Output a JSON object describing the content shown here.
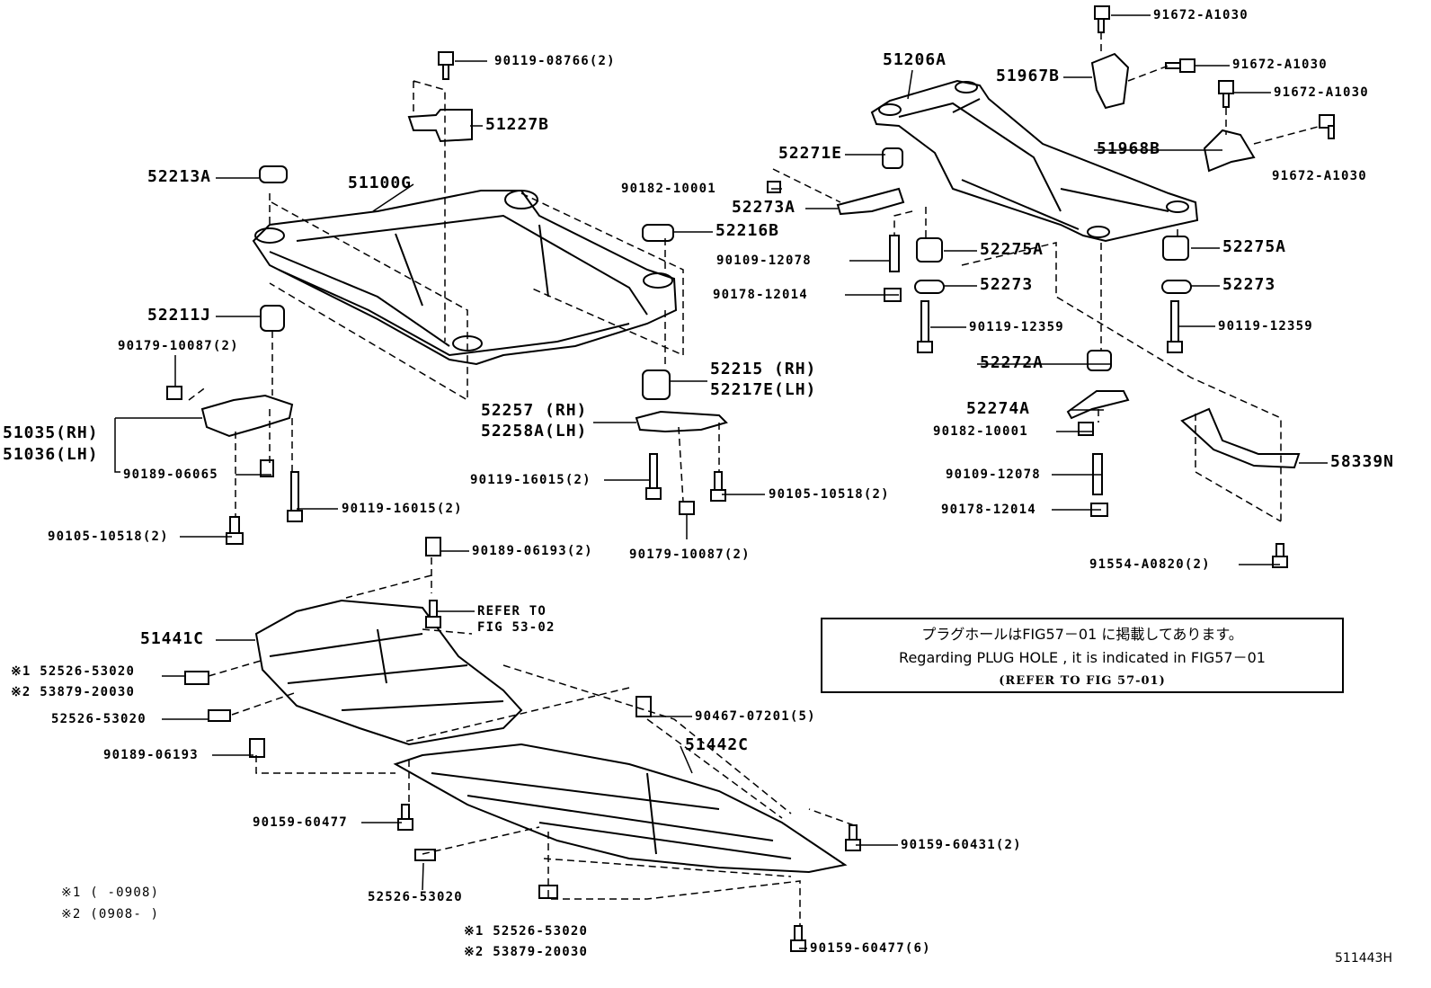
{
  "callouts": [
    "91672-A1030",
    "91672-A1030",
    "91672-A1030",
    "91672-A1030",
    "90119-08766(2)",
    "51206A",
    "51967B",
    "51227B",
    "51968B",
    "52271E",
    "52213A",
    "51100G",
    "90182-10001",
    "52273A",
    "52216B",
    "90109-12078",
    "52275A",
    "52275A",
    "90178-12014",
    "52273",
    "52273",
    "52211J",
    "90119-12359",
    "90119-12359",
    "90179-10087(2)",
    "52272A",
    "52215 (RH)",
    "52217E(LH)",
    "52274A",
    "52257 (RH)",
    "52258A(LH)",
    "51035(RH)",
    "51036(LH)",
    "90182-10001",
    "58339N",
    "90189-06065",
    "90109-12078",
    "90119-16015(2)",
    "90105-10518(2)",
    "90119-16015(2)",
    "90178-12014",
    "90105-10518(2)",
    "91554-A0820(2)",
    "90189-06193(2)",
    "90179-10087(2)",
    "REFER TO",
    "FIG 53-02",
    "51441C",
    "※1 52526-53020",
    "※2 53879-20030",
    "52526-53020",
    "90467-07201(5)",
    "51442C",
    "90189-06193",
    "90159-60477",
    "90159-60431(2)",
    "52526-53020",
    "※1 (   -0908)",
    "※2 (0908-   )",
    "※1 52526-53020",
    "※2 53879-20030",
    "90159-60477(6)"
  ],
  "note": {
    "line_ja": "プラグホールはFIG57－01 に掲載してあります。",
    "line_en": "Regarding  PLUG  HOLE  ,  it  is  indicated  in  FIG57－01",
    "line_ref": "(REFER TO FIG 57-01)"
  },
  "figure_code": "511443H"
}
